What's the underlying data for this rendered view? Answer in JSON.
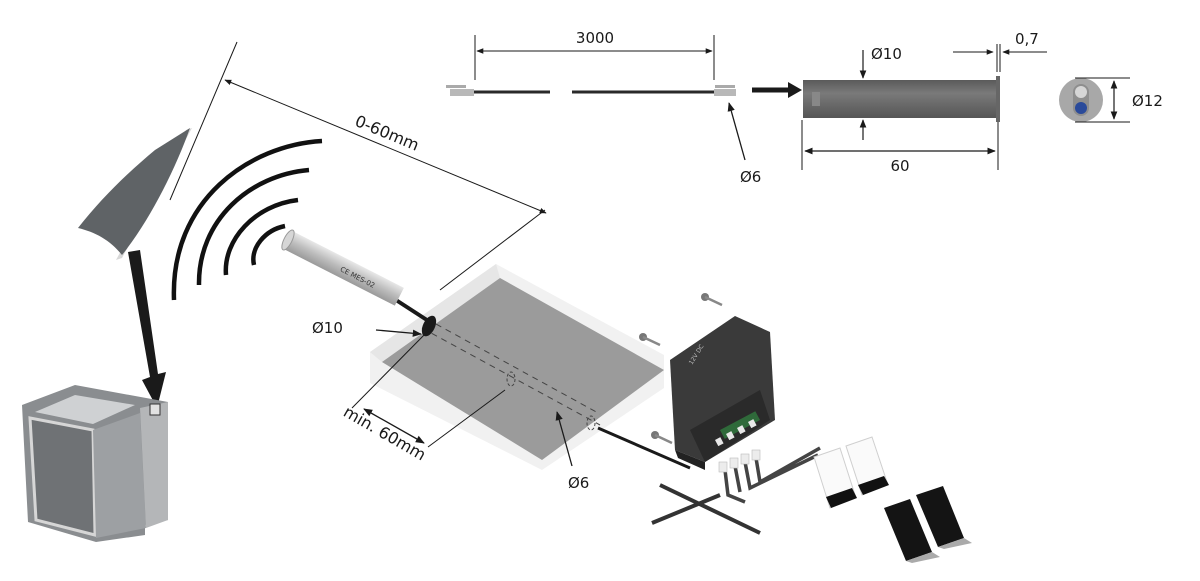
{
  "diagram": {
    "title": "Sensor installation diagram",
    "dimensions": {
      "cable_length": "3000",
      "connector_diameter": "Ø6",
      "sensor_diameter": "Ø10",
      "flange_thickness": "0,7",
      "sensor_length": "60",
      "flange_diameter": "Ø12",
      "detection_range": "0-60mm",
      "hole_diameter": "Ø10",
      "min_distance": "min. 60mm",
      "channel_diameter": "Ø6"
    },
    "components": {
      "sensor": "Proximity sensor",
      "controller": "Control unit",
      "door": "Cabinet door",
      "cabinet": "Cabinet",
      "panel": "Mounting panel",
      "velcro": "Adhesive velcro pads",
      "screws": "Mounting screws"
    },
    "colors": {
      "line": "#1a1a1a",
      "panel_top": "#9a9a9a",
      "panel_side": "#f0f0f0",
      "sensor_body": "#6b6b6b",
      "led_blue": "#2a4a9a",
      "controller": "#3a3a3a"
    }
  }
}
